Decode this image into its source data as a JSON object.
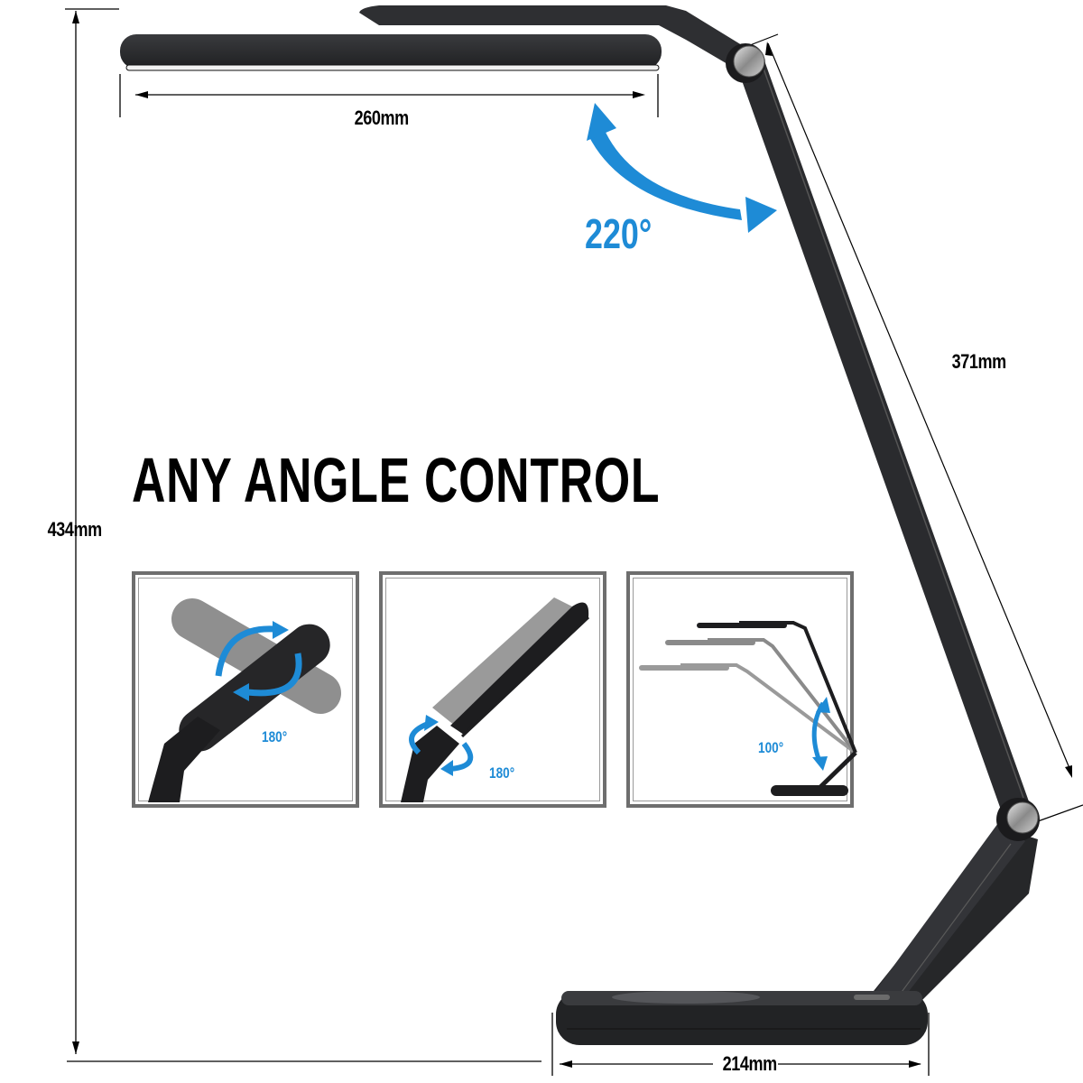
{
  "headline": "ANY ANGLE CONTROL",
  "dimensions": {
    "head_width": "260mm",
    "arm_length": "371mm",
    "total_height": "434mm",
    "base_width": "214mm"
  },
  "main_rotation": {
    "angle": "220°"
  },
  "panels": [
    {
      "id": "head-horizontal-rotate",
      "angle_label": "180°"
    },
    {
      "id": "head-tilt-rotate",
      "angle_label": "180°"
    },
    {
      "id": "arm-lift",
      "angle_label": "100°"
    }
  ],
  "colors": {
    "accent_blue": "#1e8bd6",
    "lamp_black": "#2b2b2e",
    "panel_border": "#6e6e6e"
  }
}
